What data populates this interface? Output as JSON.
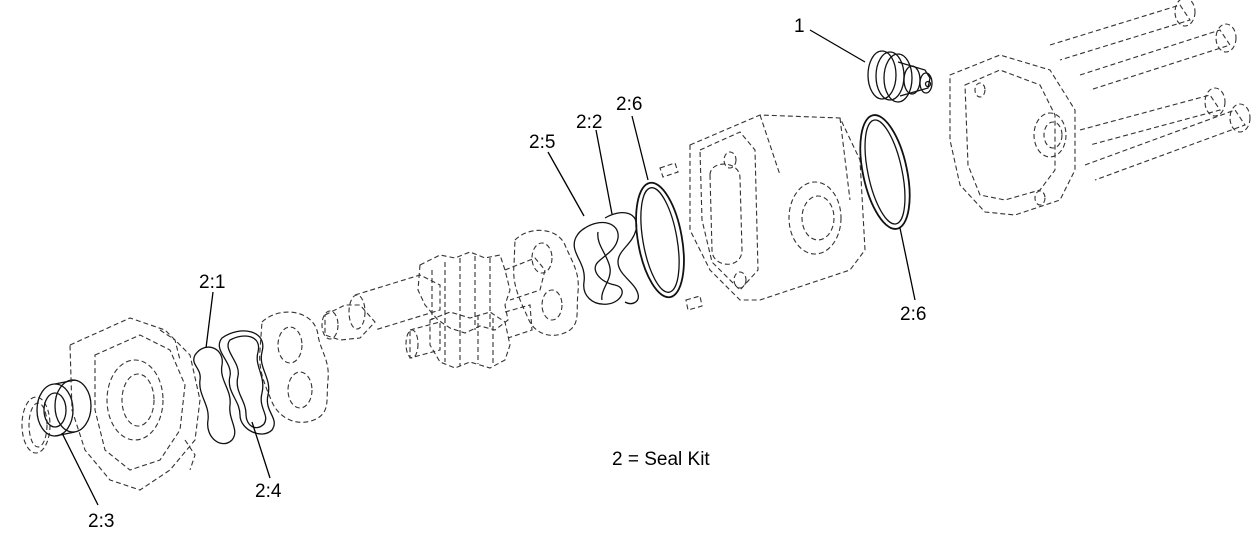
{
  "diagram": {
    "callouts": {
      "c1": "1",
      "c21": "2:1",
      "c22": "2:2",
      "c23": "2:3",
      "c24": "2:4",
      "c25": "2:5",
      "c26a": "2:6",
      "c26b": "2:6"
    },
    "note": "2 = Seal Kit"
  }
}
